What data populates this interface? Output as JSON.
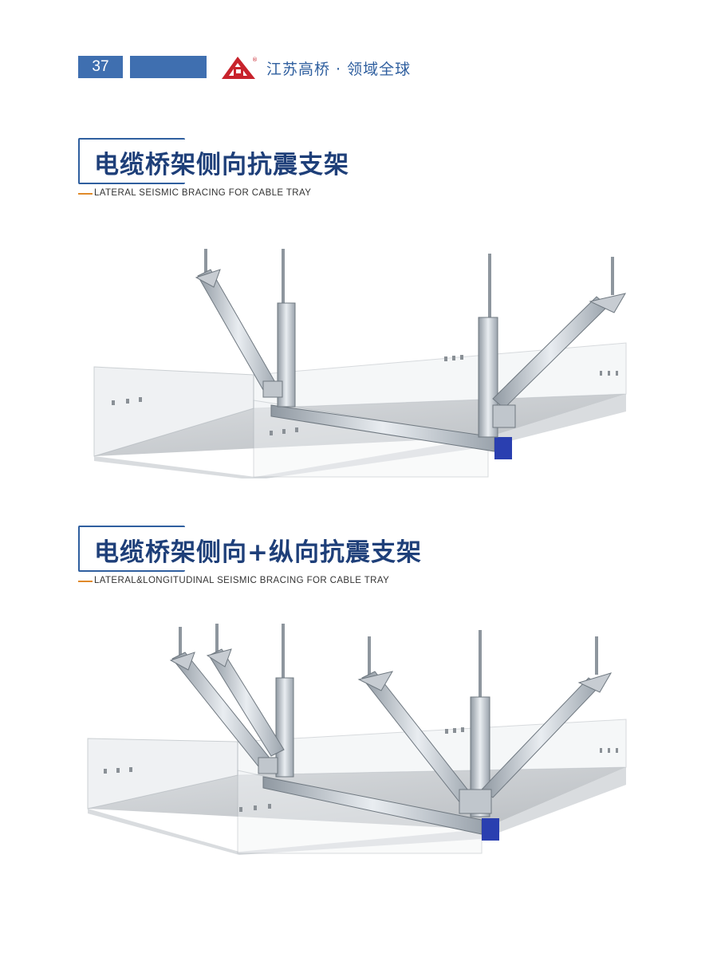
{
  "header": {
    "page_number": "37",
    "company": "江苏高桥 · 领域全球",
    "logo_mark": "®"
  },
  "sections": [
    {
      "title": "电缆桥架侧向抗震支架",
      "subtitle": "LATERAL SEISMIC BRACING FOR CABLE TRAY"
    },
    {
      "title": "电缆桥架侧向+纵向抗震支架",
      "subtitle": "LATERAL&LONGITUDINAL SEISMIC BRACING FOR CABLE TRAY"
    }
  ],
  "colors": {
    "brand_blue": "#3f6fb0",
    "title_blue": "#1e3f79",
    "logo_red": "#c8232c",
    "accent_orange": "#e08a2a"
  }
}
